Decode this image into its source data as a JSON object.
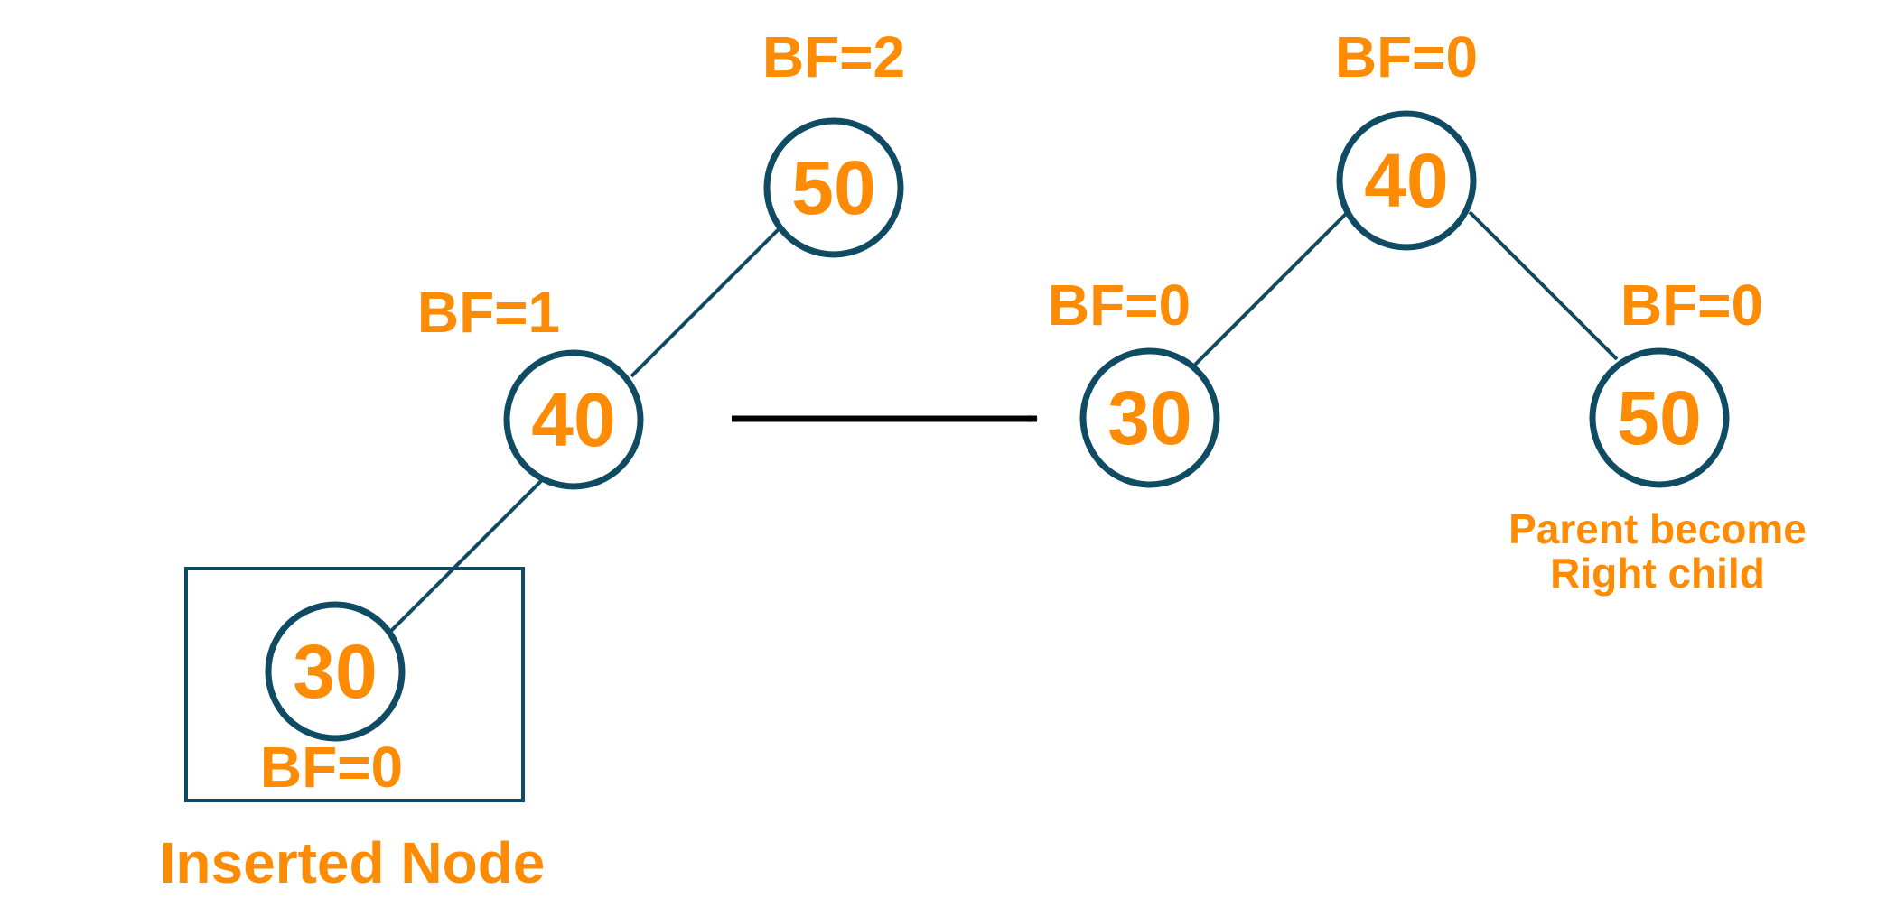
{
  "colors": {
    "accent": "#fd8c04",
    "node_stroke": "#0f4c64",
    "arrow": "#000000"
  },
  "before": {
    "root": {
      "value": "50",
      "bf": "BF=2"
    },
    "middle": {
      "value": "40",
      "bf": "BF=1"
    },
    "inserted": {
      "value": "30",
      "bf": "BF=0",
      "caption": "Inserted Node"
    }
  },
  "after": {
    "root": {
      "value": "40",
      "bf": "BF=0"
    },
    "left": {
      "value": "30",
      "bf": "BF=0"
    },
    "right": {
      "value": "50",
      "bf": "BF=0",
      "caption_line1": "Parent become",
      "caption_line2": "Right child"
    }
  }
}
